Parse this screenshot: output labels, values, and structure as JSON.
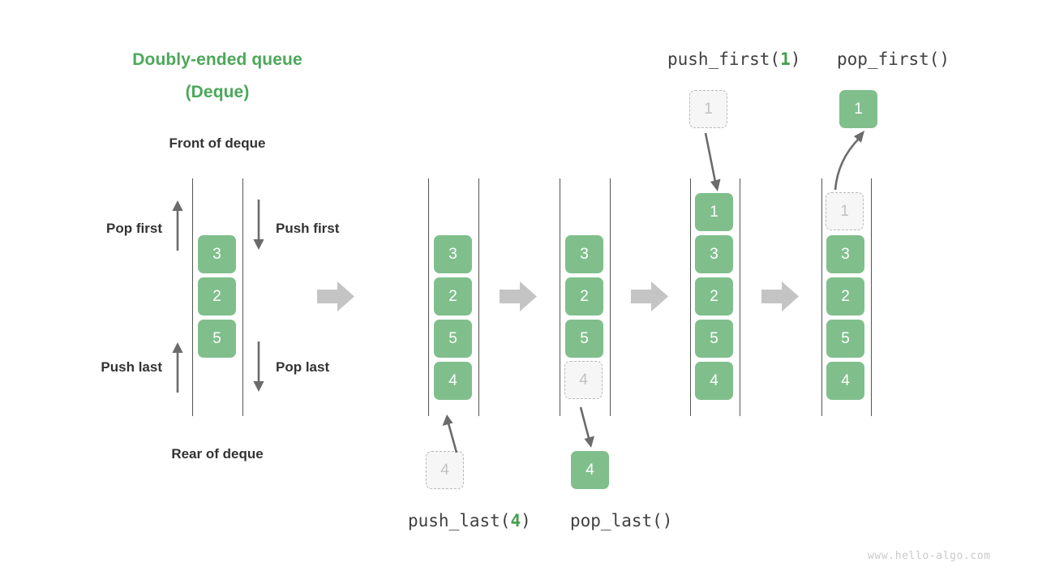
{
  "diagram": {
    "title_line1": "Doubly-ended queue",
    "title_line2": "(Deque)",
    "front_label": "Front of deque",
    "rear_label": "Rear of deque",
    "watermark": "www.hello-algo.com",
    "accent_green": "#4CA85A",
    "cell_green": "#80BF8C",
    "ghost_fill": "#F6F6F6",
    "ghost_border": "#b9b9b9",
    "arrow_gray": "#6b6b6b",
    "big_arrow_gray": "#c4c4c4",
    "text_dark": "#333333"
  },
  "legend": {
    "pop_first": "Pop first",
    "push_first": "Push first",
    "push_last": "Push last",
    "pop_last": "Pop last"
  },
  "operations": {
    "push_first": {
      "name": "push_first(",
      "arg": "1",
      "close": ")"
    },
    "pop_first": {
      "name": "pop_first()",
      "arg": "",
      "close": ""
    },
    "push_last": {
      "name": "push_last(",
      "arg": "4",
      "close": ")"
    },
    "pop_last": {
      "name": "pop_last()",
      "arg": "",
      "close": ""
    }
  },
  "deques": [
    {
      "id": "deque-initial",
      "cells": [
        {
          "value": "3",
          "state": "solid"
        },
        {
          "value": "2",
          "state": "solid"
        },
        {
          "value": "5",
          "state": "solid"
        }
      ]
    },
    {
      "id": "deque-after-push-last",
      "cells": [
        {
          "value": "3",
          "state": "solid"
        },
        {
          "value": "2",
          "state": "solid"
        },
        {
          "value": "5",
          "state": "solid"
        },
        {
          "value": "4",
          "state": "solid"
        }
      ],
      "incoming": {
        "value": "4",
        "state": "ghost"
      }
    },
    {
      "id": "deque-before-pop-last",
      "cells": [
        {
          "value": "3",
          "state": "solid"
        },
        {
          "value": "2",
          "state": "solid"
        },
        {
          "value": "5",
          "state": "solid"
        },
        {
          "value": "4",
          "state": "ghost"
        }
      ],
      "outgoing": {
        "value": "4",
        "state": "solid"
      }
    },
    {
      "id": "deque-after-push-first",
      "cells": [
        {
          "value": "1",
          "state": "solid"
        },
        {
          "value": "3",
          "state": "solid"
        },
        {
          "value": "2",
          "state": "solid"
        },
        {
          "value": "5",
          "state": "solid"
        },
        {
          "value": "4",
          "state": "solid"
        }
      ],
      "incoming": {
        "value": "1",
        "state": "ghost"
      }
    },
    {
      "id": "deque-before-pop-first",
      "cells": [
        {
          "value": "1",
          "state": "ghost"
        },
        {
          "value": "3",
          "state": "solid"
        },
        {
          "value": "2",
          "state": "solid"
        },
        {
          "value": "5",
          "state": "solid"
        },
        {
          "value": "4",
          "state": "solid"
        }
      ],
      "outgoing": {
        "value": "1",
        "state": "solid"
      }
    }
  ],
  "floating_cells": {
    "push_last_source": "4",
    "pop_last_result": "4",
    "push_first_source": "1",
    "pop_first_result": "1"
  }
}
